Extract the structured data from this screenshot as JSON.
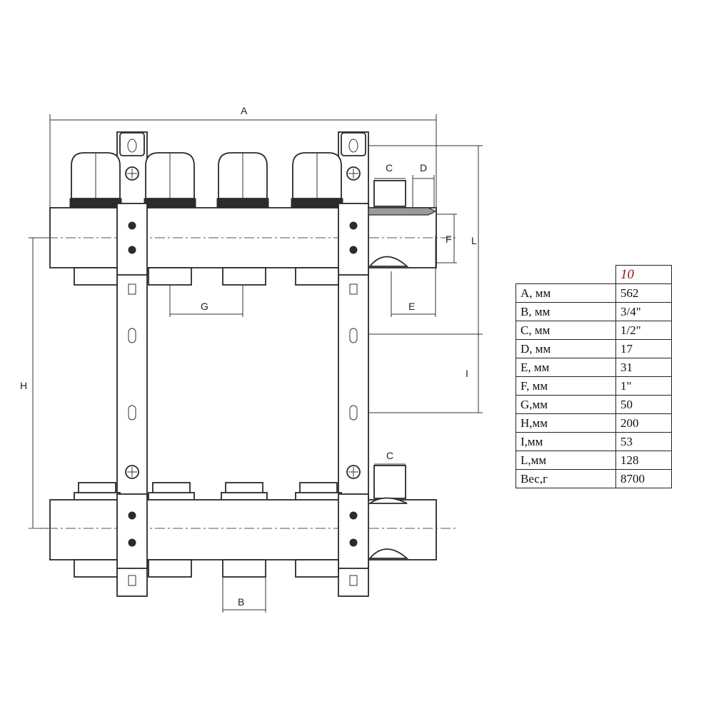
{
  "dimension_letters": {
    "A": "A",
    "B": "B",
    "C_top": "C",
    "C_bottom": "C",
    "D": "D",
    "E": "E",
    "F": "F",
    "G": "G",
    "H": "H",
    "I": "I",
    "L": "L"
  },
  "spec_table": {
    "model": "10",
    "rows": [
      {
        "label": "A, мм",
        "value": "562"
      },
      {
        "label": "B, мм",
        "value": "3/4\""
      },
      {
        "label": "C, мм",
        "value": "1/2\""
      },
      {
        "label": "D, мм",
        "value": "17"
      },
      {
        "label": "E, мм",
        "value": "31"
      },
      {
        "label": "F, мм",
        "value": "1\""
      },
      {
        "label": "G,мм",
        "value": "50"
      },
      {
        "label": "H,мм",
        "value": "200"
      },
      {
        "label": "I,мм",
        "value": "53"
      },
      {
        "label": "L,мм",
        "value": "128"
      },
      {
        "label": "Вес,г",
        "value": "8700"
      }
    ]
  }
}
